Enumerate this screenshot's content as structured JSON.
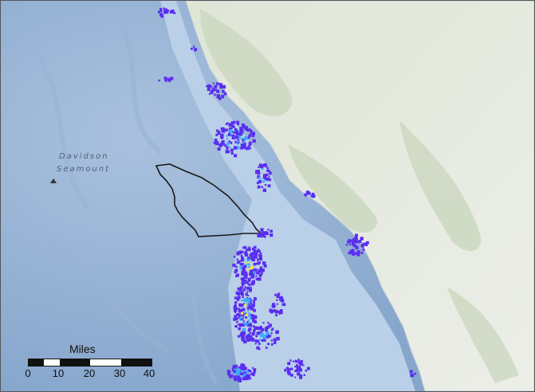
{
  "map": {
    "labels": {
      "seamount_line1": "Davidson",
      "seamount_line2": "Seamount"
    },
    "scale_bar": {
      "unit": "Miles",
      "ticks": [
        "0",
        "10",
        "20",
        "30",
        "40"
      ]
    },
    "colors": {
      "ocean_deep": "#8faed2",
      "ocean_shelf": "#b8cfe6",
      "land": "#e4e8df",
      "land_relief": "#cfd9c4",
      "boundary": "#1a1a1a",
      "density_low": "#5a2df0",
      "density_mid": "#3fa8ff",
      "density_high": "#f2e33a"
    }
  }
}
